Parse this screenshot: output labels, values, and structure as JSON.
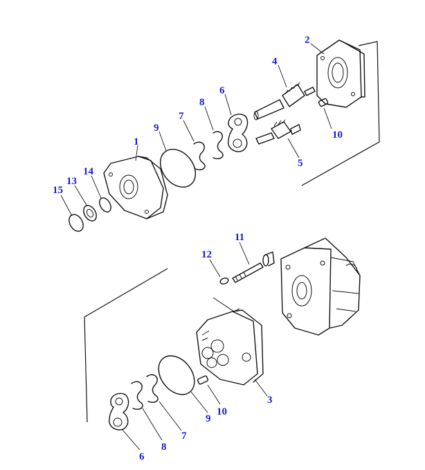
{
  "colors": {
    "callout": "#1a1ad0",
    "line": "#111111"
  },
  "callouts": {
    "c1": "1",
    "c2": "2",
    "c3": "3",
    "c4": "4",
    "c5": "5",
    "c6_top": "6",
    "c6_bottom": "6",
    "c7_top": "7",
    "c7_bottom": "7",
    "c8_top": "8",
    "c8_bottom": "8",
    "c9_top": "9",
    "c9_bottom": "9",
    "c10_top": "10",
    "c10_bottom": "10",
    "c11": "11",
    "c12": "12",
    "c13": "13",
    "c14": "14",
    "c15": "15"
  }
}
